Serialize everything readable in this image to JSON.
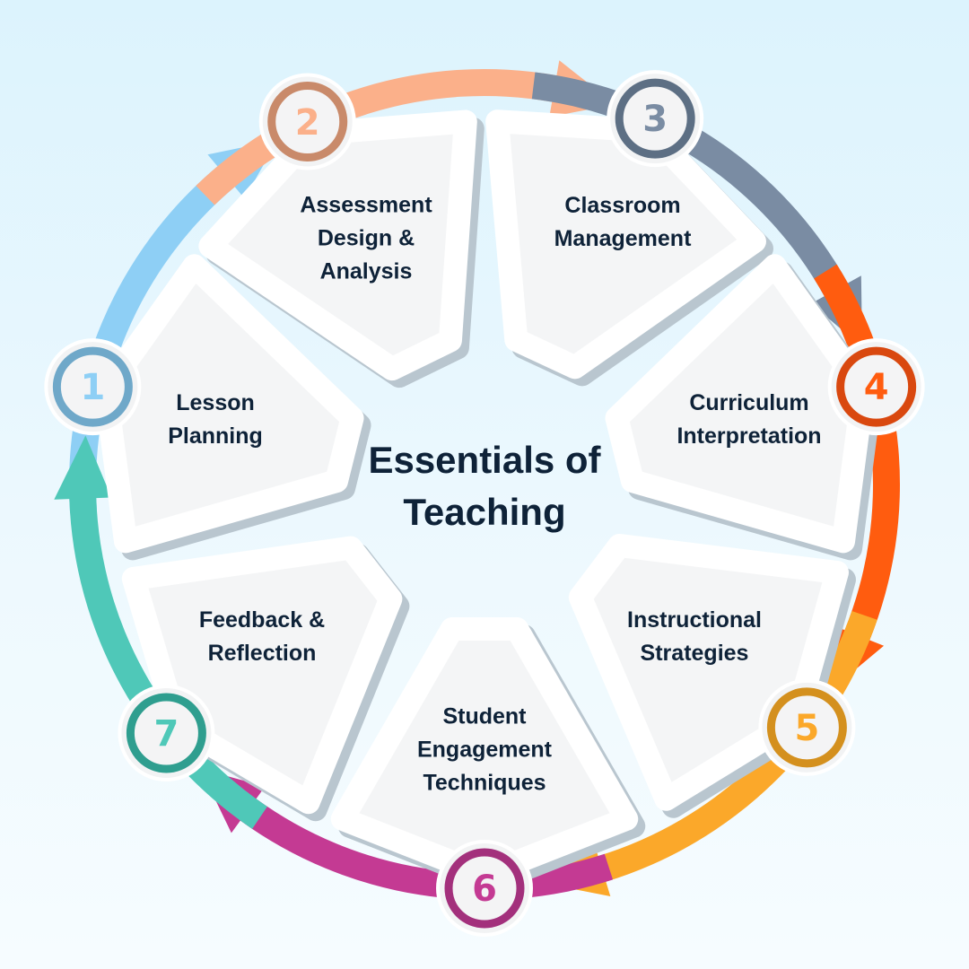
{
  "title": "Essentials of\nTeaching",
  "steps": [
    {
      "number": "1",
      "label": "Lesson\nPlanning",
      "color": "#8ecff5",
      "ring": "#6fa8c9"
    },
    {
      "number": "2",
      "label": "Assessment\nDesign &\nAnalysis",
      "color": "#fbb08a",
      "ring": "#c98a6a"
    },
    {
      "number": "3",
      "label": "Classroom\nManagement",
      "color": "#7a8ca3",
      "ring": "#5d6f84"
    },
    {
      "number": "4",
      "label": "Curriculum\nInterpretation",
      "color": "#ff5c0f",
      "ring": "#d9480f"
    },
    {
      "number": "5",
      "label": "Instructional\nStrategies",
      "color": "#fba82a",
      "ring": "#d4901e"
    },
    {
      "number": "6",
      "label": "Student\nEngagement\nTechniques",
      "color": "#c43a93",
      "ring": "#a3307c"
    },
    {
      "number": "7",
      "label": "Feedback &\nReflection",
      "color": "#4fc8b8",
      "ring": "#2f9e8f"
    }
  ]
}
